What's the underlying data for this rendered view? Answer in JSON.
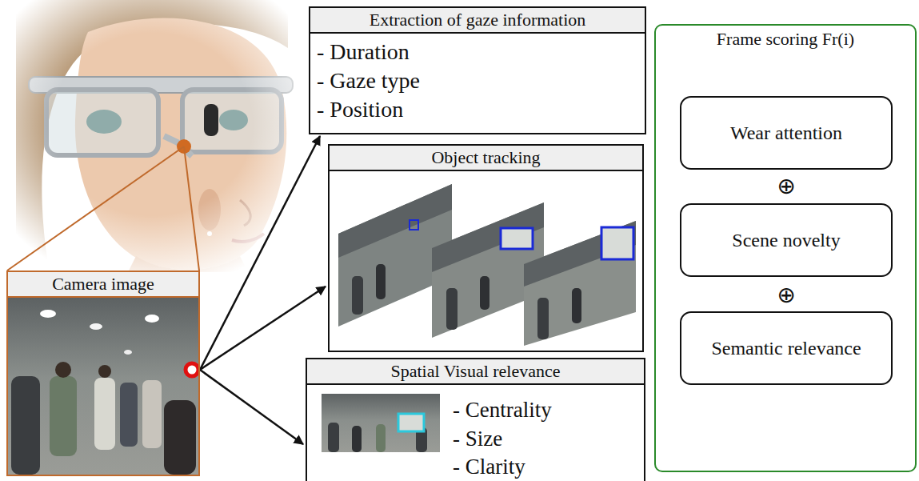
{
  "diagram": {
    "nodes": [
      {
        "text": [
          "Camera image"
        ]
      },
      {
        "text": [
          "Extraction of gaze information",
          "- Duration",
          "- Gaze type",
          "- Position"
        ]
      },
      {
        "text": [
          "Object tracking"
        ]
      },
      {
        "text": [
          "Spatial Visual relevance",
          "- Centrality",
          "- Size",
          "- Clarity"
        ]
      },
      {
        "text": [
          "Frame scoring Fr(i)"
        ]
      },
      {
        "text": [
          "Wear attention"
        ],
        "in": 4
      },
      {
        "text": [
          "Scene novelty"
        ],
        "in": 4
      },
      {
        "text": [
          "Semantic relevance"
        ],
        "in": 4
      }
    ],
    "edges": [
      {
        "from": 0,
        "to": 1,
        "arrow": "to"
      },
      {
        "from": 0,
        "to": 2,
        "arrow": "to"
      },
      {
        "from": 0,
        "to": 3,
        "arrow": "to"
      }
    ],
    "labels": [
      "⊕",
      "⊕"
    ]
  }
}
